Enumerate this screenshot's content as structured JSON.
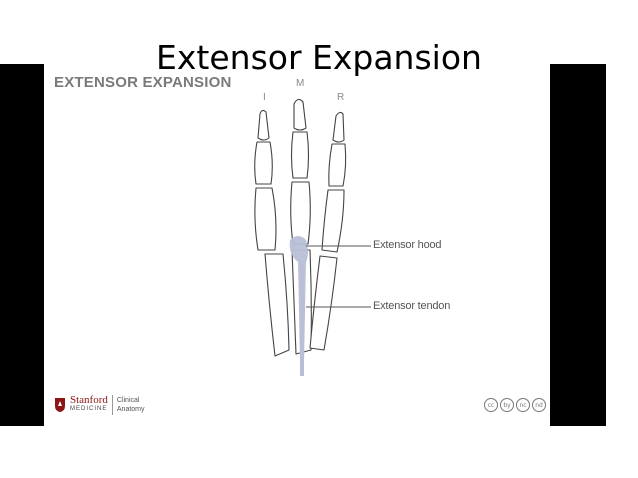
{
  "slide": {
    "title": "Extensor Expansion"
  },
  "video": {
    "heading": "EXTENSOR EXPANSION",
    "finger_labels": [
      "I",
      "M",
      "R"
    ],
    "callouts": {
      "hood": "Extensor hood",
      "tendon": "Extensor tendon"
    },
    "logo": {
      "name": "Stanford",
      "subname": "MEDICINE",
      "dept_line1": "Clinical",
      "dept_line2": "Anatomy",
      "color": "#8c1515"
    },
    "license_badges": [
      "cc",
      "by",
      "nc",
      "nd"
    ],
    "tendon_color": "#b8bfd6"
  }
}
